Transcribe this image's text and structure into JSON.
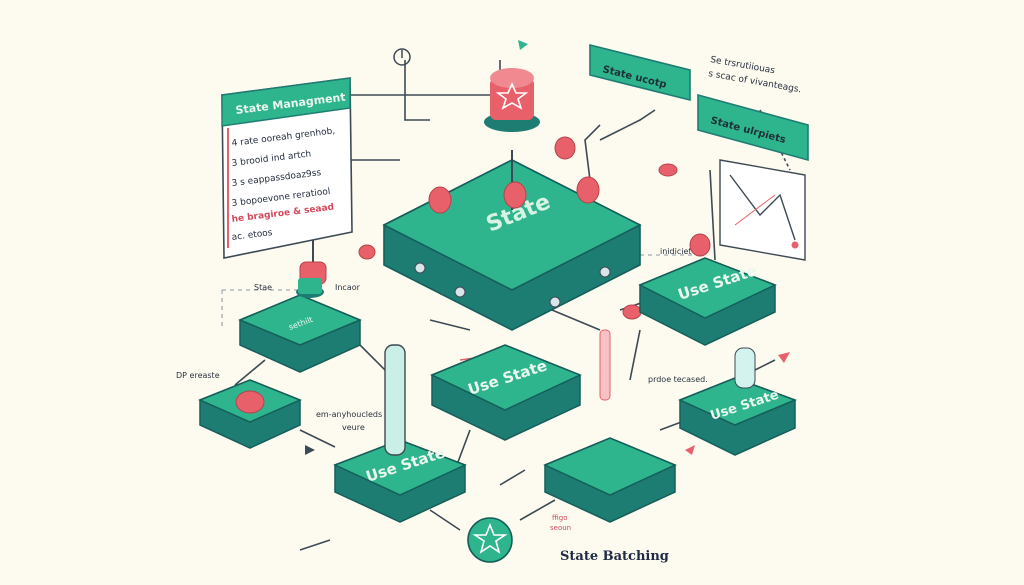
{
  "colors": {
    "background": "#fdfbef",
    "teal_top": "#2fb58d",
    "teal_side": "#1e7d73",
    "teal_dark": "#155e5a",
    "coral": "#e8606a",
    "line": "#3d4a55"
  },
  "panel": {
    "title": "State Managment",
    "lines": [
      "4 rate ooreah grenhob,",
      "3 brooid ind artch",
      "3 s eappassdoaz9ss",
      "3 bopoevone reratiool",
      "ac. etoos"
    ],
    "highlight": "he bragiroe & seaad"
  },
  "hub": {
    "label": "State"
  },
  "cards": {
    "top_mid": "State ucotp",
    "right": "State ulrpiets"
  },
  "notes": {
    "top_right_1": "Se trsrutiiouas",
    "top_right_2": "s scac of vivanteags.",
    "stae": "Stae",
    "incaor": "Incaor",
    "dp_create": "DP ereaste",
    "em_anyhoucleds": "em-anyhoucleds",
    "veure": "veure",
    "inidiciet": "inidiciet",
    "prdoe": "prdoe tecased.",
    "small_red": "ffigo",
    "small_red_2": "seoun"
  },
  "boxes": {
    "left_upper": "sethilt",
    "center": "Use State",
    "right_mid": "Use State",
    "bottom_left": "Use State",
    "right_lower": "Use State"
  },
  "caption": "State Batching"
}
